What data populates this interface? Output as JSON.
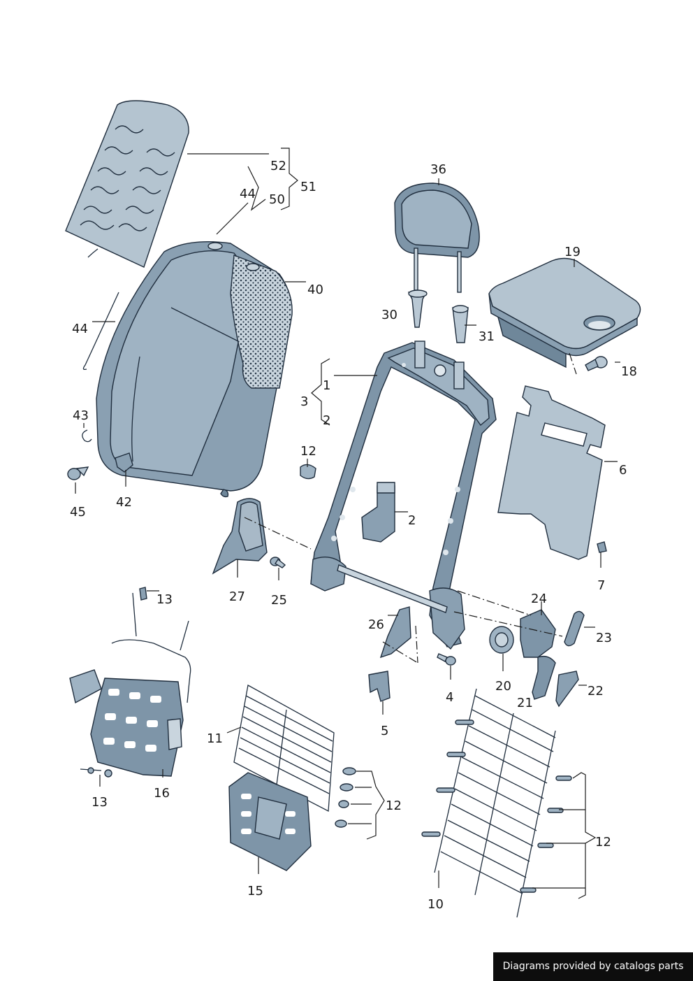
{
  "labels": {
    "l52": "52",
    "l51": "51",
    "l50": "50",
    "l44a": "44",
    "l36": "36",
    "l19": "19",
    "l40": "40",
    "l44b": "44",
    "l30": "30",
    "l31": "31",
    "l18": "18",
    "l1": "1",
    "l3": "3",
    "l2a": "2",
    "l43": "43",
    "l12a": "12",
    "l6": "6",
    "l45": "45",
    "l42": "42",
    "l2b": "2",
    "l7": "7",
    "l27": "27",
    "l25": "25",
    "l13a": "13",
    "l24": "24",
    "l26": "26",
    "l23": "23",
    "l20": "20",
    "l4": "4",
    "l22": "22",
    "l21": "21",
    "l5": "5",
    "l11": "11",
    "l12b": "12",
    "l13b": "13",
    "l16": "16",
    "l12c": "12",
    "l15": "15",
    "l10": "10"
  },
  "credit": "Diagrams provided by catalogs parts",
  "colors": {
    "part_fill": "#b9c8d4",
    "part_dark": "#6f879a",
    "stroke": "#1f2d3d",
    "banner": "#0d0d0d"
  }
}
